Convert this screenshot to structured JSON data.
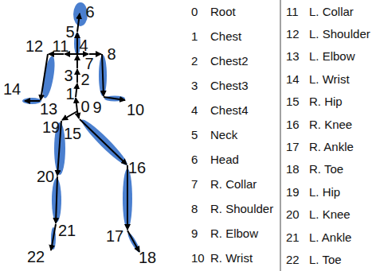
{
  "diagram": {
    "labels": [
      "6",
      "5",
      "11",
      "4",
      "12",
      "8",
      "7",
      "3",
      "2",
      "1",
      "14",
      "13",
      "9",
      "10",
      "0",
      "19",
      "15",
      "20",
      "16",
      "21",
      "17",
      "22",
      "18",
      "0",
      "Root",
      "1",
      "Chest",
      "2",
      "Chest2",
      "3",
      "Chest3",
      "4",
      "Chest4",
      "5",
      "Neck",
      "6",
      "Head",
      "7",
      "R. Collar",
      "8",
      "R. Shoulder",
      "9",
      "R. Elbow",
      "10",
      "R. Wrist",
      "11",
      "L. Collar",
      "12",
      "L. Shoulder",
      "13",
      "L. Elbow",
      "14",
      "L. Wrist",
      "15",
      "R. Hip",
      "16",
      "R. Knee",
      "17",
      "R. Ankle",
      "18",
      "R. Toe",
      "19",
      "L. Hip",
      "20",
      "L. Knee",
      "21",
      "L. Ankle",
      "22",
      "L. Toe"
    ]
  }
}
